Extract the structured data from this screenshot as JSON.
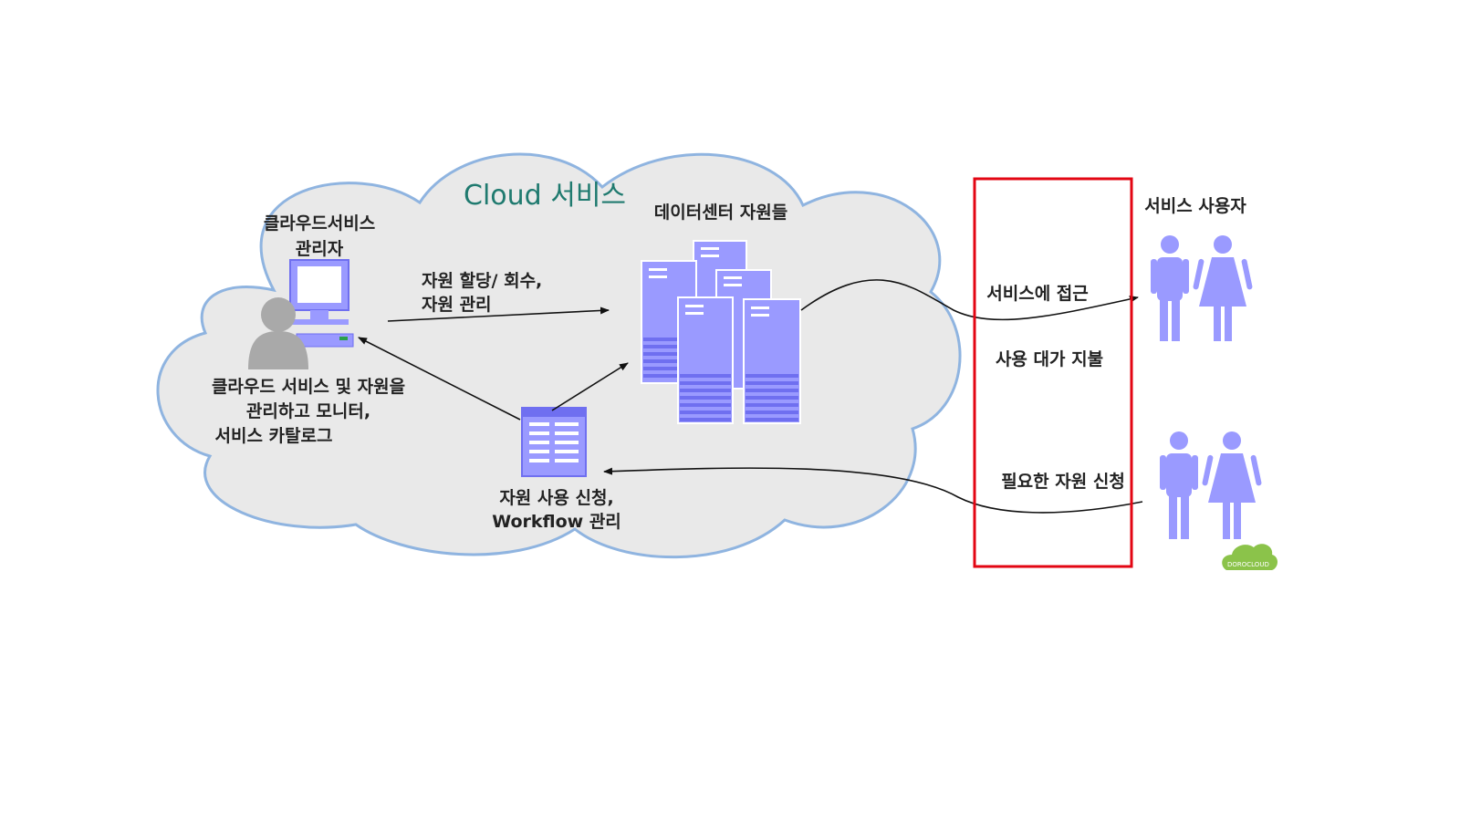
{
  "cloud": {
    "title": "Cloud 서비스",
    "fill": "#e9e9e9",
    "stroke": "#8fb4e0"
  },
  "admin": {
    "title_line1": "클라우드서비스",
    "title_line2": "관리자",
    "desc_line1": "클라우드 서비스 및 자원을",
    "desc_line2": "관리하고 모니터,",
    "desc_line3": "서비스 카탈로그"
  },
  "datacenter": {
    "title": "데이터센터 자원들"
  },
  "arrows": {
    "allocate_line1": "자원 할당/ 회수,",
    "allocate_line2": "자원 관리"
  },
  "workflow": {
    "line1": "자원 사용 신청,",
    "line2": "Workflow 관리"
  },
  "interface_box": {
    "border_color": "#e30613",
    "access": "서비스에 접근",
    "payment": "사용 대가 지불",
    "request": "필요한 자원 신청"
  },
  "users": {
    "title": "서비스 사용자"
  },
  "logo": {
    "text": "DOROCLOUD"
  },
  "colors": {
    "server": "#9a9aff",
    "server_dark": "#6f6ff0",
    "person": "#9a9aff",
    "admin_gray": "#a9a9a9"
  }
}
